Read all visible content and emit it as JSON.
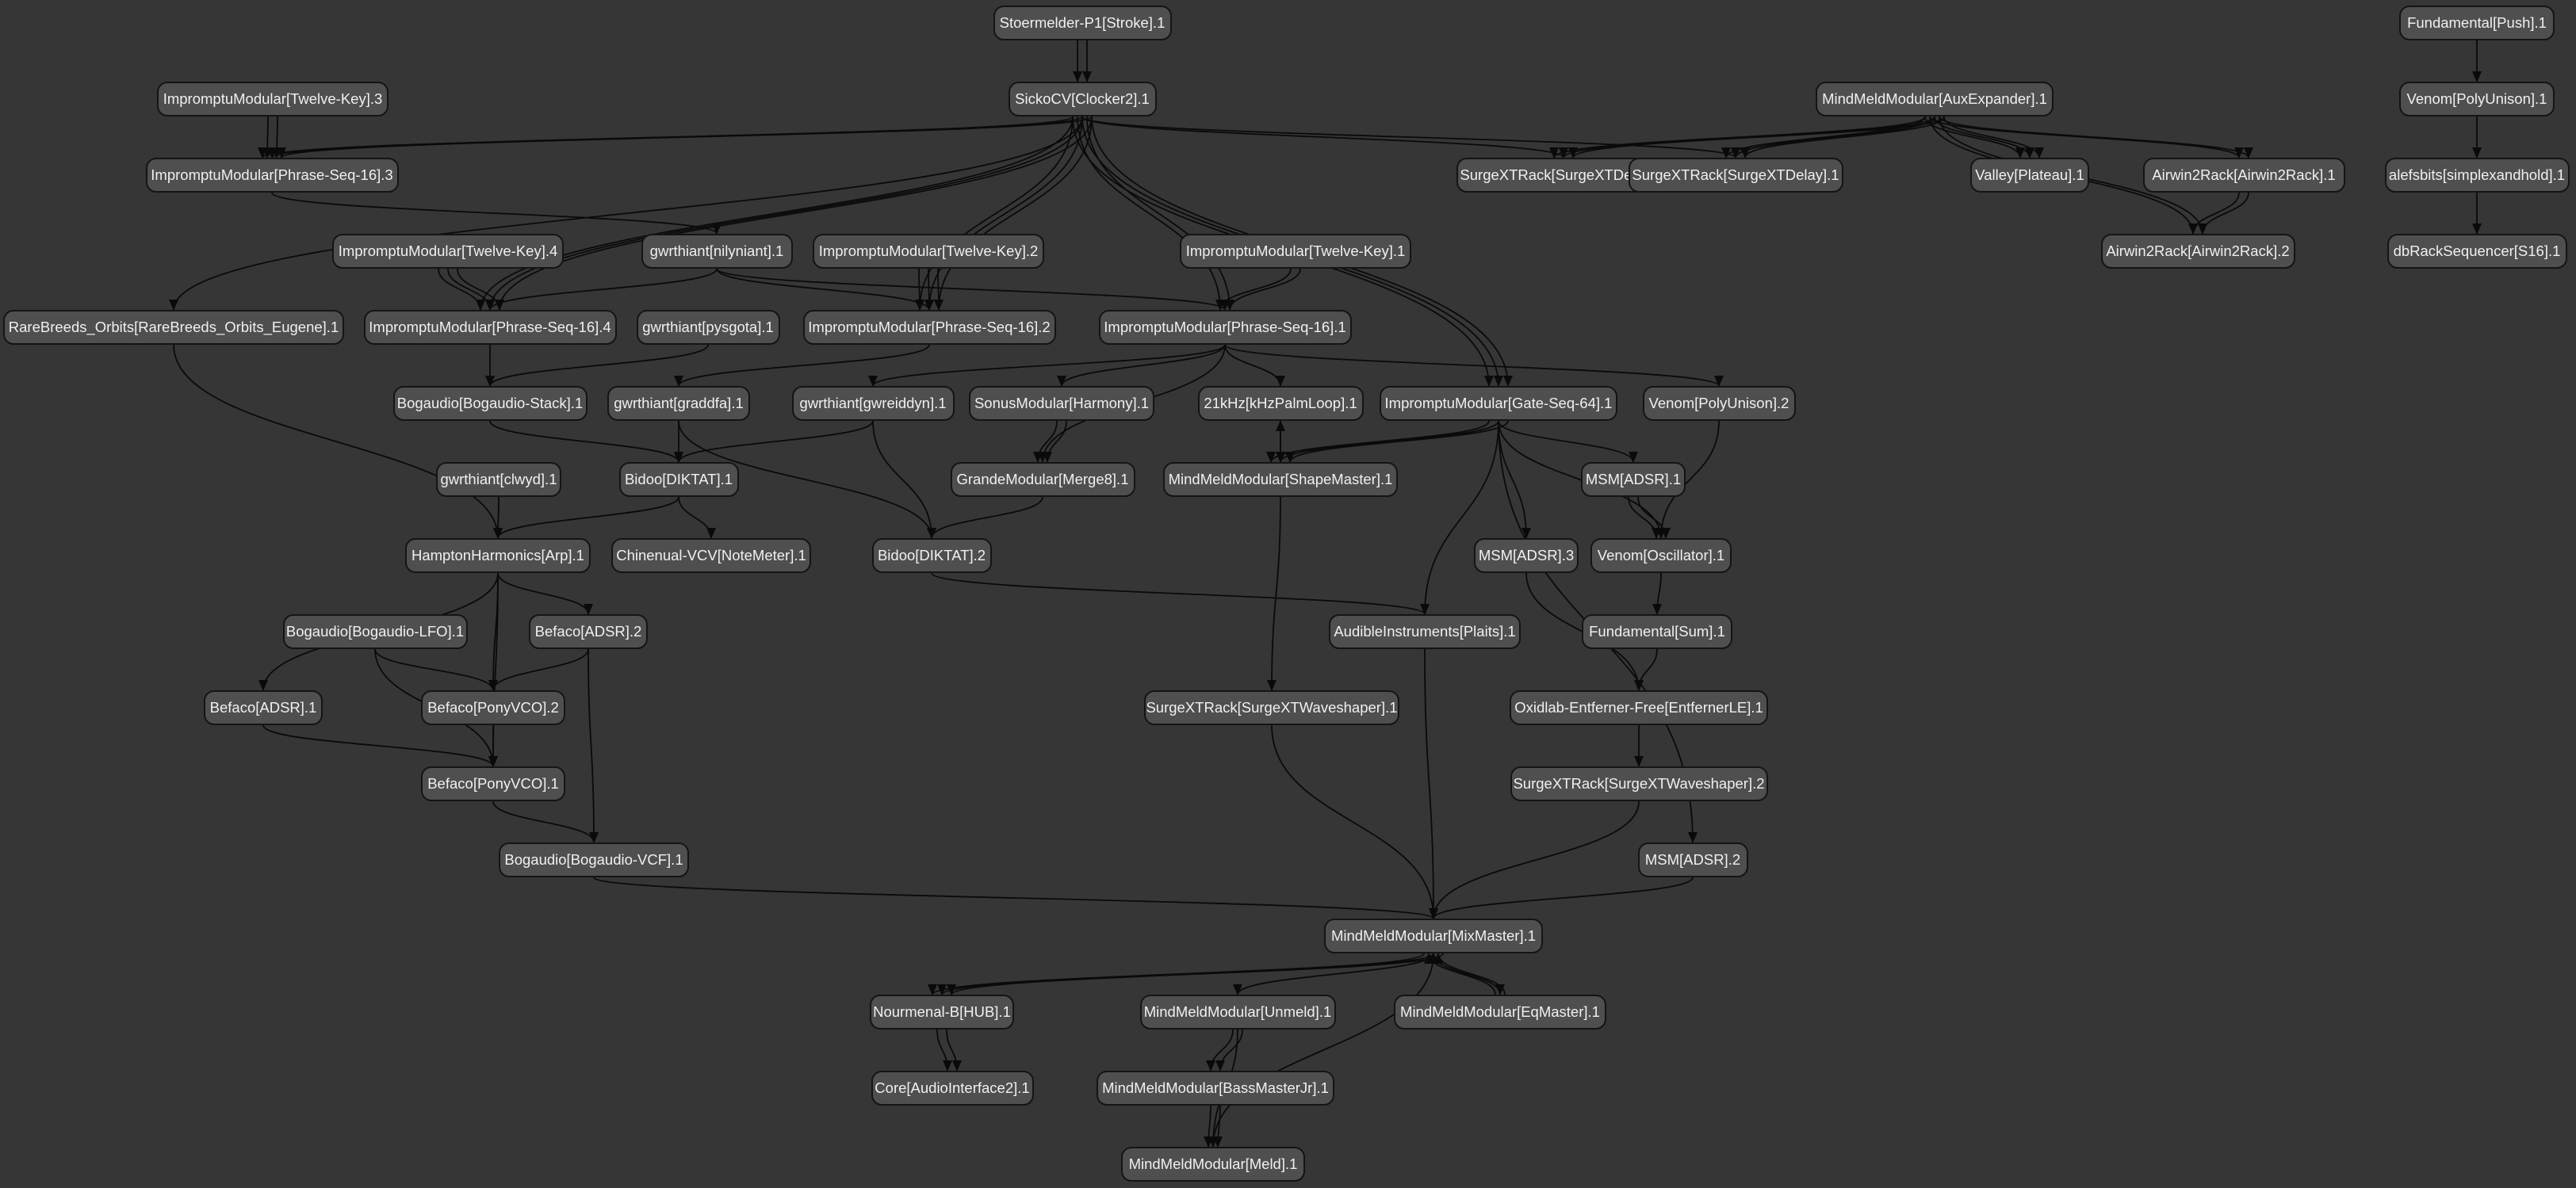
{
  "nodes": [
    {
      "id": "stoermelder",
      "label": "Stoermelder-P1[Stroke].1"
    },
    {
      "id": "fundamental_push",
      "label": "Fundamental[Push].1"
    },
    {
      "id": "impromptu_tk3",
      "label": "ImpromptuModular[Twelve-Key].3"
    },
    {
      "id": "sickocv",
      "label": "SickoCV[Clocker2].1"
    },
    {
      "id": "mm_auxexpander",
      "label": "MindMeldModular[AuxExpander].1"
    },
    {
      "id": "venom_polyunison1",
      "label": "Venom[PolyUnison].1"
    },
    {
      "id": "impromptu_ps3",
      "label": "ImpromptuModular[Phrase-Seq-16].3"
    },
    {
      "id": "surge_delay2",
      "label": "SurgeXTRack[SurgeXTDelay].2"
    },
    {
      "id": "surge_delay1",
      "label": "SurgeXTRack[SurgeXTDelay].1"
    },
    {
      "id": "valley_plateau",
      "label": "Valley[Plateau].1"
    },
    {
      "id": "airwin_1",
      "label": "Airwin2Rack[Airwin2Rack].1"
    },
    {
      "id": "alefsbits",
      "label": "alefsbits[simplexandhold].1"
    },
    {
      "id": "impromptu_tk4",
      "label": "ImpromptuModular[Twelve-Key].4"
    },
    {
      "id": "gwr_nilyniant",
      "label": "gwrthiant[nilyniant].1"
    },
    {
      "id": "impromptu_tk2",
      "label": "ImpromptuModular[Twelve-Key].2"
    },
    {
      "id": "impromptu_tk1",
      "label": "ImpromptuModular[Twelve-Key].1"
    },
    {
      "id": "airwin_2",
      "label": "Airwin2Rack[Airwin2Rack].2"
    },
    {
      "id": "dbrack",
      "label": "dbRackSequencer[S16].1"
    },
    {
      "id": "rarebreeds",
      "label": "RareBreeds_Orbits[RareBreeds_Orbits_Eugene].1"
    },
    {
      "id": "impromptu_ps4",
      "label": "ImpromptuModular[Phrase-Seq-16].4"
    },
    {
      "id": "gwr_pysgota",
      "label": "gwrthiant[pysgota].1"
    },
    {
      "id": "impromptu_ps2",
      "label": "ImpromptuModular[Phrase-Seq-16].2"
    },
    {
      "id": "impromptu_ps1",
      "label": "ImpromptuModular[Phrase-Seq-16].1"
    },
    {
      "id": "bog_stack",
      "label": "Bogaudio[Bogaudio-Stack].1"
    },
    {
      "id": "gwr_graddfa",
      "label": "gwrthiant[graddfa].1"
    },
    {
      "id": "gwr_gwreiddyn",
      "label": "gwrthiant[gwreiddyn].1"
    },
    {
      "id": "sonus_harmony",
      "label": "SonusModular[Harmony].1"
    },
    {
      "id": "khz_palmloop",
      "label": "21kHz[kHzPalmLoop].1"
    },
    {
      "id": "impromptu_gs64",
      "label": "ImpromptuModular[Gate-Seq-64].1"
    },
    {
      "id": "venom_polyunison2",
      "label": "Venom[PolyUnison].2"
    },
    {
      "id": "gwr_clwyd",
      "label": "gwrthiant[clwyd].1"
    },
    {
      "id": "bidoo_diktat1",
      "label": "Bidoo[DIKTAT].1"
    },
    {
      "id": "grande_merge8",
      "label": "GrandeModular[Merge8].1"
    },
    {
      "id": "mm_shapemaster",
      "label": "MindMeldModular[ShapeMaster].1"
    },
    {
      "id": "msm_adsr1",
      "label": "MSM[ADSR].1"
    },
    {
      "id": "hampton_arp",
      "label": "HamptonHarmonics[Arp].1"
    },
    {
      "id": "chinenual",
      "label": "Chinenual-VCV[NoteMeter].1"
    },
    {
      "id": "bidoo_diktat2",
      "label": "Bidoo[DIKTAT].2"
    },
    {
      "id": "msm_adsr3",
      "label": "MSM[ADSR].3"
    },
    {
      "id": "venom_osc",
      "label": "Venom[Oscillator].1"
    },
    {
      "id": "bog_lfo",
      "label": "Bogaudio[Bogaudio-LFO].1"
    },
    {
      "id": "befaco_adsr2",
      "label": "Befaco[ADSR].2"
    },
    {
      "id": "audible_plaits",
      "label": "AudibleInstruments[Plaits].1"
    },
    {
      "id": "fundamental_sum",
      "label": "Fundamental[Sum].1"
    },
    {
      "id": "befaco_adsr1",
      "label": "Befaco[ADSR].1"
    },
    {
      "id": "befaco_pony2",
      "label": "Befaco[PonyVCO].2"
    },
    {
      "id": "surge_ws1",
      "label": "SurgeXTRack[SurgeXTWaveshaper].1"
    },
    {
      "id": "oxidlab",
      "label": "Oxidlab-Entferner-Free[EntfernerLE].1"
    },
    {
      "id": "befaco_pony1",
      "label": "Befaco[PonyVCO].1"
    },
    {
      "id": "surge_ws2",
      "label": "SurgeXTRack[SurgeXTWaveshaper].2"
    },
    {
      "id": "bog_vcf",
      "label": "Bogaudio[Bogaudio-VCF].1"
    },
    {
      "id": "msm_adsr2",
      "label": "MSM[ADSR].2"
    },
    {
      "id": "mm_mixmaster",
      "label": "MindMeldModular[MixMaster].1"
    },
    {
      "id": "nournenal",
      "label": "Nourmenal-B[HUB].1"
    },
    {
      "id": "mm_unmeld",
      "label": "MindMeldModular[Unmeld].1"
    },
    {
      "id": "mm_eqmaster",
      "label": "MindMeldModular[EqMaster].1"
    },
    {
      "id": "core_audio",
      "label": "Core[AudioInterface2].1"
    },
    {
      "id": "mm_bassmaster",
      "label": "MindMeldModular[BassMasterJr].1"
    },
    {
      "id": "mm_meld",
      "label": "MindMeldModular[Meld].1"
    }
  ],
  "edges": [
    [
      "stoermelder",
      "sickocv"
    ],
    [
      "stoermelder",
      "sickocv"
    ],
    [
      "impromptu_tk3",
      "impromptu_ps3"
    ],
    [
      "impromptu_tk3",
      "impromptu_ps3"
    ],
    [
      "sickocv",
      "impromptu_ps3"
    ],
    [
      "sickocv",
      "impromptu_ps3"
    ],
    [
      "sickocv",
      "impromptu_ps3"
    ],
    [
      "sickocv",
      "surge_delay2"
    ],
    [
      "sickocv",
      "surge_delay1"
    ],
    [
      "sickocv",
      "rarebreeds"
    ],
    [
      "sickocv",
      "impromptu_ps4"
    ],
    [
      "sickocv",
      "impromptu_ps4"
    ],
    [
      "sickocv",
      "impromptu_ps4"
    ],
    [
      "sickocv",
      "impromptu_ps2"
    ],
    [
      "sickocv",
      "impromptu_ps2"
    ],
    [
      "sickocv",
      "impromptu_ps2"
    ],
    [
      "sickocv",
      "impromptu_ps1"
    ],
    [
      "sickocv",
      "impromptu_ps1"
    ],
    [
      "sickocv",
      "impromptu_gs64"
    ],
    [
      "sickocv",
      "impromptu_gs64"
    ],
    [
      "sickocv",
      "impromptu_gs64"
    ],
    [
      "mm_auxexpander",
      "surge_delay2"
    ],
    [
      "mm_auxexpander",
      "surge_delay2"
    ],
    [
      "mm_auxexpander",
      "surge_delay2"
    ],
    [
      "mm_auxexpander",
      "surge_delay1"
    ],
    [
      "mm_auxexpander",
      "surge_delay1"
    ],
    [
      "mm_auxexpander",
      "surge_delay1"
    ],
    [
      "mm_auxexpander",
      "valley_plateau"
    ],
    [
      "mm_auxexpander",
      "valley_plateau"
    ],
    [
      "mm_auxexpander",
      "valley_plateau"
    ],
    [
      "mm_auxexpander",
      "airwin_1"
    ],
    [
      "mm_auxexpander",
      "airwin_1"
    ],
    [
      "mm_auxexpander",
      "airwin_2"
    ],
    [
      "mm_auxexpander",
      "airwin_2"
    ],
    [
      "airwin_1",
      "airwin_2"
    ],
    [
      "airwin_1",
      "airwin_2"
    ],
    [
      "fundamental_push",
      "venom_polyunison1"
    ],
    [
      "venom_polyunison1",
      "alefsbits"
    ],
    [
      "alefsbits",
      "dbrack"
    ],
    [
      "impromptu_ps3",
      "gwr_nilyniant"
    ],
    [
      "impromptu_tk4",
      "impromptu_ps4"
    ],
    [
      "impromptu_tk4",
      "impromptu_ps4"
    ],
    [
      "impromptu_tk4",
      "impromptu_ps4"
    ],
    [
      "gwr_nilyniant",
      "impromptu_ps4"
    ],
    [
      "gwr_nilyniant",
      "impromptu_ps2"
    ],
    [
      "gwr_nilyniant",
      "impromptu_ps1"
    ],
    [
      "impromptu_tk2",
      "impromptu_ps2"
    ],
    [
      "impromptu_tk2",
      "impromptu_ps2"
    ],
    [
      "impromptu_tk2",
      "impromptu_ps2"
    ],
    [
      "impromptu_tk1",
      "impromptu_ps1"
    ],
    [
      "impromptu_tk1",
      "impromptu_ps1"
    ],
    [
      "rarebreeds",
      "hampton_arp"
    ],
    [
      "impromptu_ps4",
      "bog_stack"
    ],
    [
      "gwr_pysgota",
      "bog_stack"
    ],
    [
      "impromptu_ps2",
      "gwr_graddfa"
    ],
    [
      "impromptu_ps1",
      "gwr_gwreiddyn"
    ],
    [
      "impromptu_ps1",
      "sonus_harmony"
    ],
    [
      "impromptu_ps1",
      "khz_palmloop"
    ],
    [
      "impromptu_ps1",
      "grande_merge8"
    ],
    [
      "impromptu_ps1",
      "venom_polyunison2"
    ],
    [
      "bog_stack",
      "bidoo_diktat1"
    ],
    [
      "gwr_graddfa",
      "bidoo_diktat1"
    ],
    [
      "gwr_graddfa",
      "bidoo_diktat2"
    ],
    [
      "gwr_gwreiddyn",
      "bidoo_diktat1"
    ],
    [
      "gwr_gwreiddyn",
      "bidoo_diktat2"
    ],
    [
      "sonus_harmony",
      "grande_merge8"
    ],
    [
      "sonus_harmony",
      "grande_merge8"
    ],
    [
      "khz_palmloop",
      "mm_shapemaster"
    ],
    [
      "mm_shapemaster",
      "khz_palmloop"
    ],
    [
      "impromptu_gs64",
      "mm_shapemaster"
    ],
    [
      "impromptu_gs64",
      "mm_shapemaster"
    ],
    [
      "impromptu_gs64",
      "mm_shapemaster"
    ],
    [
      "impromptu_gs64",
      "msm_adsr1"
    ],
    [
      "impromptu_gs64",
      "msm_adsr3"
    ],
    [
      "impromptu_gs64",
      "venom_osc"
    ],
    [
      "impromptu_gs64",
      "audible_plaits"
    ],
    [
      "impromptu_gs64",
      "msm_adsr2"
    ],
    [
      "venom_polyunison2",
      "venom_osc"
    ],
    [
      "gwr_clwyd",
      "hampton_arp"
    ],
    [
      "bidoo_diktat1",
      "hampton_arp"
    ],
    [
      "bidoo_diktat1",
      "chinenual"
    ],
    [
      "grande_merge8",
      "bidoo_diktat2"
    ],
    [
      "mm_shapemaster",
      "surge_ws1"
    ],
    [
      "msm_adsr1",
      "venom_osc"
    ],
    [
      "msm_adsr1",
      "venom_osc"
    ],
    [
      "hampton_arp",
      "befaco_adsr2"
    ],
    [
      "hampton_arp",
      "befaco_adsr1"
    ],
    [
      "hampton_arp",
      "befaco_pony2"
    ],
    [
      "hampton_arp",
      "befaco_pony1"
    ],
    [
      "bidoo_diktat2",
      "audible_plaits"
    ],
    [
      "msm_adsr3",
      "oxidlab"
    ],
    [
      "venom_osc",
      "fundamental_sum"
    ],
    [
      "bog_lfo",
      "befaco_pony2"
    ],
    [
      "bog_lfo",
      "befaco_pony1"
    ],
    [
      "befaco_adsr2",
      "befaco_pony2"
    ],
    [
      "befaco_adsr2",
      "bog_vcf"
    ],
    [
      "audible_plaits",
      "mm_mixmaster"
    ],
    [
      "fundamental_sum",
      "oxidlab"
    ],
    [
      "befaco_adsr1",
      "befaco_pony1"
    ],
    [
      "befaco_pony2",
      "befaco_pony1"
    ],
    [
      "surge_ws1",
      "mm_mixmaster"
    ],
    [
      "oxidlab",
      "surge_ws2"
    ],
    [
      "befaco_pony1",
      "bog_vcf"
    ],
    [
      "surge_ws2",
      "mm_mixmaster"
    ],
    [
      "bog_vcf",
      "mm_mixmaster"
    ],
    [
      "msm_adsr2",
      "mm_mixmaster"
    ],
    [
      "mm_mixmaster",
      "nournenal"
    ],
    [
      "mm_mixmaster",
      "nournenal"
    ],
    [
      "mm_mixmaster",
      "nournenal"
    ],
    [
      "mm_mixmaster",
      "mm_unmeld"
    ],
    [
      "mm_mixmaster",
      "mm_eqmaster"
    ],
    [
      "mm_eqmaster",
      "mm_mixmaster"
    ],
    [
      "mm_eqmaster",
      "mm_mixmaster"
    ],
    [
      "nournenal",
      "core_audio"
    ],
    [
      "nournenal",
      "core_audio"
    ],
    [
      "mm_unmeld",
      "mm_bassmaster"
    ],
    [
      "mm_unmeld",
      "mm_bassmaster"
    ],
    [
      "mm_unmeld",
      "mm_meld"
    ],
    [
      "mm_bassmaster",
      "mm_meld"
    ],
    [
      "mm_bassmaster",
      "mm_meld"
    ],
    [
      "mm_meld",
      "mm_mixmaster"
    ]
  ],
  "colors": {
    "background": "#363636",
    "node_fill": "#4f4f4f",
    "node_border": "#141414",
    "node_text": "#f0f0f0",
    "edge": "#0a0a0a"
  }
}
